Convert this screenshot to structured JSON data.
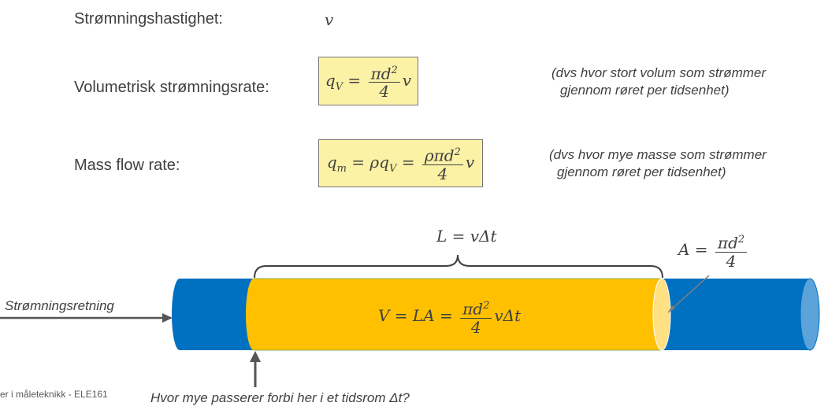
{
  "rows": {
    "velocity": {
      "label": "Strømningshastighet:",
      "symbol": "v"
    },
    "volumetric": {
      "label": "Volumetrisk strømningsrate:",
      "note_line1": "(dvs hvor stort volum som strømmer",
      "note_line2": "gjennom røret per tidsenhet)"
    },
    "mass": {
      "label": "Mass flow rate:",
      "note_line1": "(dvs hvor mye masse som strømmer",
      "note_line2": "gjennom røret per tidsenhet)"
    }
  },
  "diagram": {
    "length_formula": "L = vΔt",
    "area_prefix": "A =",
    "volume_prefix": "V = LA =",
    "flow_direction_label": "Strømningsretning",
    "question": "Hvor mye passerer forbi her i et tidsrom Δt?"
  },
  "footer": {
    "text": "er i måleteknikk - ELE161"
  },
  "colors": {
    "pipe_blue": "#0070c0",
    "fluid_yellow": "#ffc000",
    "ellipse_yellow": "#ffe082",
    "end_light_blue": "#5ba3d9",
    "formula_bg": "#fbf2a6"
  }
}
